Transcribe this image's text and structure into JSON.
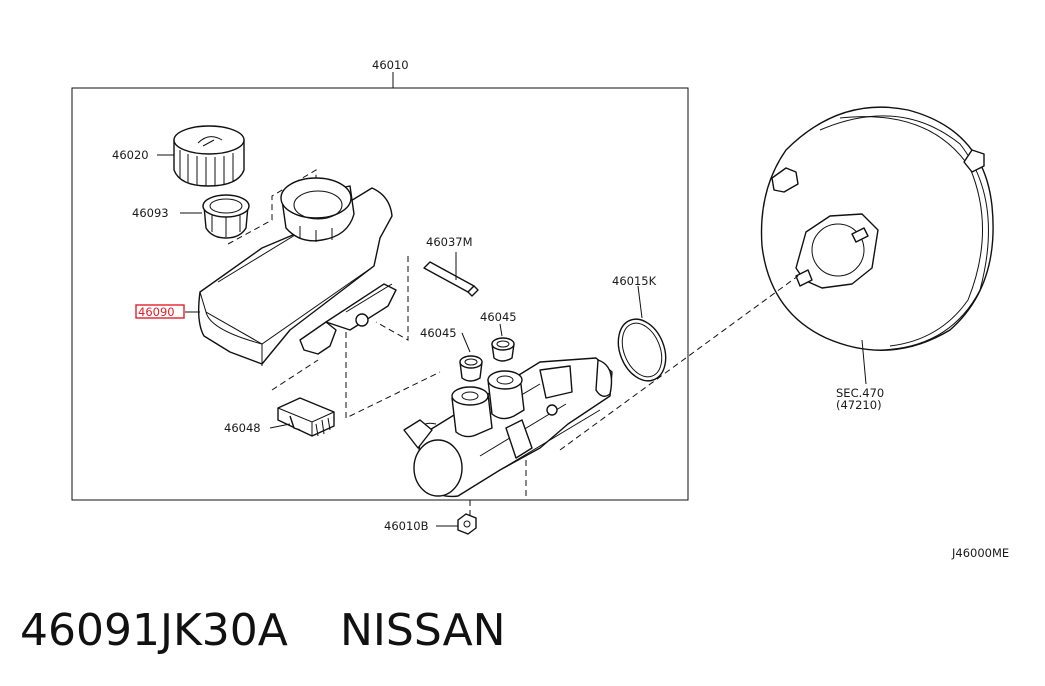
{
  "labels": {
    "assembly": "46010",
    "cap": "46020",
    "strainer": "46093",
    "reservoir": "46090",
    "pin": "46037M",
    "seal_a": "46045",
    "seal_b": "46045",
    "oring": "46015K",
    "sensor": "46048",
    "nut": "46010B",
    "booster_sec": "SEC.470",
    "booster_ref": "(47210)",
    "diagram_code": "J46000ME"
  },
  "footer": {
    "part_number": "46091JK30A",
    "brand": "NISSAN"
  },
  "highlight_color": "#e0202a"
}
